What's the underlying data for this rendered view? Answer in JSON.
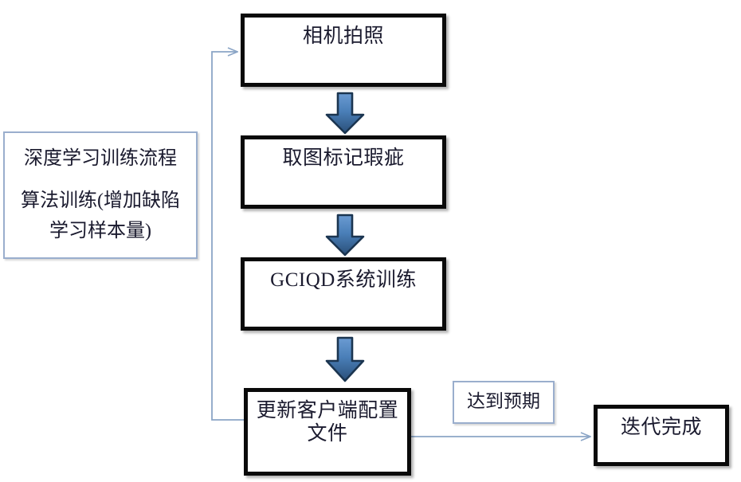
{
  "diagram": {
    "title": "深度学习训练流程",
    "info_box": {
      "heading": "深度学习训练流程",
      "body": "算法训练(增加缺陷\n学习样本量)"
    },
    "steps": [
      {
        "id": "camera",
        "label": "相机拍照"
      },
      {
        "id": "mark",
        "label": "取图标记瑕疵"
      },
      {
        "id": "train",
        "label": "GCIQD系统训练"
      },
      {
        "id": "update",
        "label": "更新客户端配置\n文件"
      }
    ],
    "terminal": {
      "id": "done",
      "label": "迭代完成"
    },
    "edge_labels": [
      {
        "id": "expect",
        "label": "达到预期"
      }
    ],
    "colors": {
      "box_border": "#0a0a0a",
      "note_border": "#9aaecd",
      "arrow_light": "#5b8fc9",
      "arrow_dark": "#2d5580",
      "connector": "#8ba5c6",
      "text": "#1a1a2e",
      "background": "#ffffff"
    },
    "icons": {
      "down_arrow": "down-block-arrow-icon",
      "feedback": "feedback-loop-arrow-icon",
      "forward": "forward-arrow-icon"
    }
  }
}
